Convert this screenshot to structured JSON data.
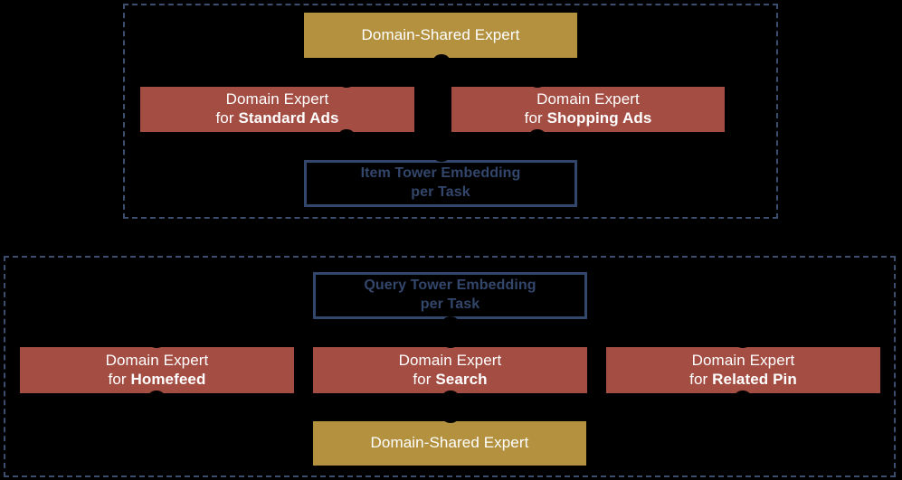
{
  "diagram": {
    "background_color": "#000000",
    "palette": {
      "shared_expert": "#b3913f",
      "domain_expert": "#a44d43",
      "embedding_border": "#33466b",
      "embedding_text": "#33466b",
      "group_border": "#3d4d6e",
      "node_text": "#ffffff"
    },
    "groups": [
      {
        "name": "item-tower-group"
      },
      {
        "name": "query-tower-group"
      }
    ],
    "item_tower": {
      "shared_expert": {
        "label": "Domain-Shared Expert"
      },
      "experts": [
        {
          "prefix": "Domain Expert",
          "for_prefix": "for ",
          "domain": "Standard Ads"
        },
        {
          "prefix": "Domain Expert",
          "for_prefix": "for ",
          "domain": "Shopping Ads"
        }
      ],
      "embedding": {
        "line1": "Item Tower Embedding",
        "line2": "per Task"
      }
    },
    "query_tower": {
      "embedding": {
        "line1": "Query Tower Embedding",
        "line2": "per Task"
      },
      "experts": [
        {
          "prefix": "Domain Expert",
          "for_prefix": "for ",
          "domain": "Homefeed"
        },
        {
          "prefix": "Domain Expert",
          "for_prefix": "for ",
          "domain": "Search"
        },
        {
          "prefix": "Domain Expert",
          "for_prefix": "for ",
          "domain": "Related Pin"
        }
      ],
      "shared_expert": {
        "label": "Domain-Shared Expert"
      }
    }
  }
}
